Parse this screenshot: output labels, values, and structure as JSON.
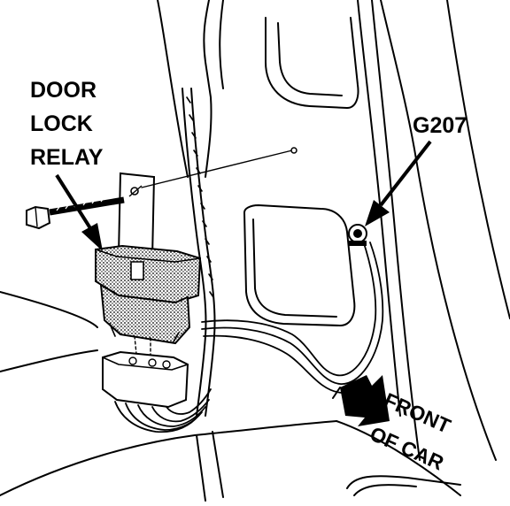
{
  "labels": {
    "relay_line1": "DOOR",
    "relay_line2": "LOCK",
    "relay_line3": "RELAY",
    "ground": "G207",
    "front_line1": "FRONT",
    "front_line2": "OF CAR"
  }
}
